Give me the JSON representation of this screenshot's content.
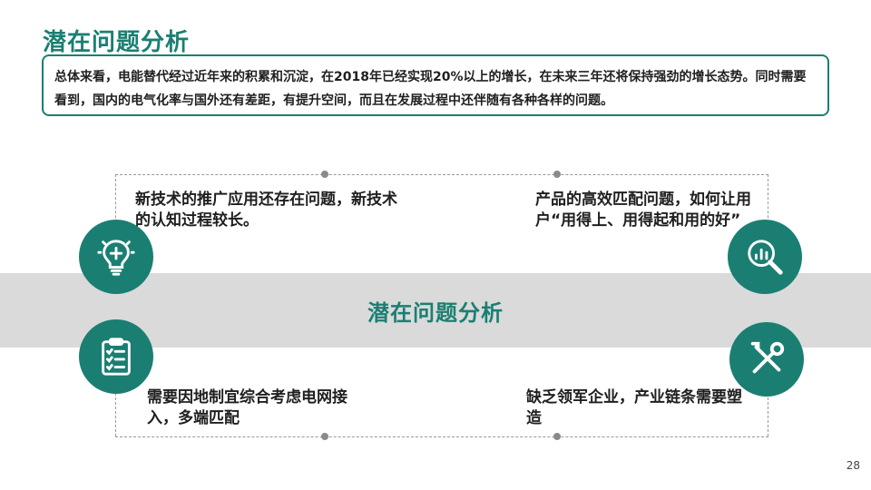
{
  "title": "潜在问题分析",
  "summary": "总体来看，电能替代经过近年来的积累和沉淀，在2018年已经实现20%以上的增长，在未来三年还将保持强劲的增长态势。同时需要看到，国内的电气化率与国外还有差距，有提升空间，而且在发展过程中还伴随有各种各样的问题。",
  "center_label": "潜在问题分析",
  "cards": {
    "top_left": {
      "text": "新技术的推广应用还存在问题，新技术的认知过程较长。",
      "icon": "lightbulb-plus-icon"
    },
    "top_right": {
      "text": "产品的高效匹配问题，如何让用户“用得上、用得起和用的好”",
      "icon": "magnifier-chart-icon"
    },
    "bottom_left": {
      "text": "需要因地制宜综合考虑电网接入，多端匹配",
      "icon": "clipboard-checklist-icon"
    },
    "bottom_right": {
      "text": "缺乏领军企业，产业链条需要塑造",
      "icon": "wrench-screwdriver-icon"
    }
  },
  "page_number": "28",
  "colors": {
    "accent": "#1a7f72",
    "band": "#dadada",
    "dash": "#999999"
  }
}
